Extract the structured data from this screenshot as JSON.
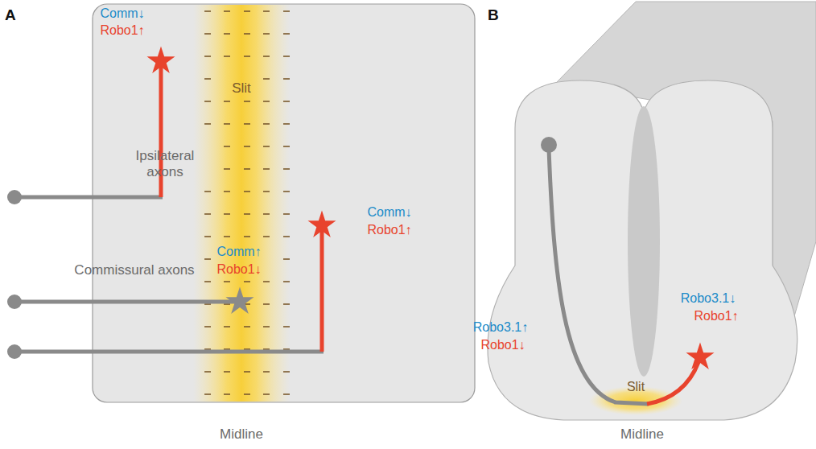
{
  "diagram": {
    "labels": [
      "A",
      "B",
      "Comm↓",
      "Robo1↑",
      "Slit",
      "Ipsilateral axons",
      "Commissural axons",
      "Comm↑",
      "Robo1↓",
      "Comm↓",
      "Robo1↑",
      "Midline",
      "Robo3.1↓",
      "Robo1↑",
      "Robo3.1↑",
      "Robo1↓",
      "Slit",
      "Midline"
    ]
  }
}
